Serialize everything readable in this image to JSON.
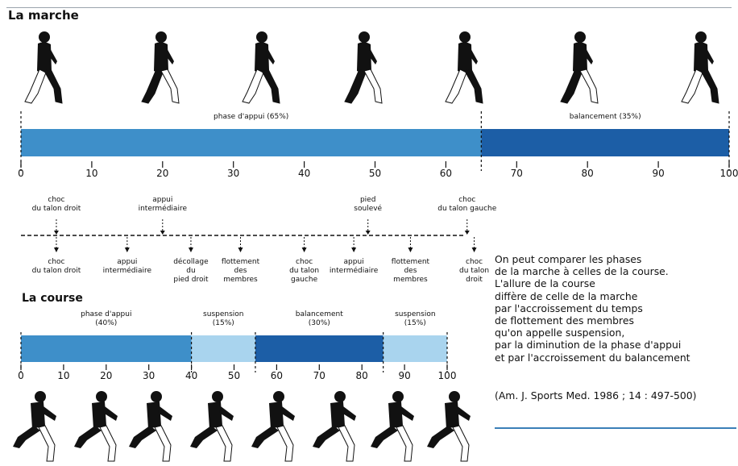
{
  "marche": {
    "title": "La marche",
    "phases": [
      {
        "label": "phase d'appui (65%)",
        "start": 0,
        "end": 65,
        "color": "#3e8fc9"
      },
      {
        "label": "balancement (35%)",
        "start": 65,
        "end": 100,
        "color": "#1c5ea6"
      }
    ],
    "ticks": [
      "0",
      "10",
      "20",
      "30",
      "40",
      "50",
      "60",
      "70",
      "80",
      "90",
      "100"
    ],
    "events_above": [
      {
        "label": "choc\ndu talon droit",
        "at": 5
      },
      {
        "label": "appui\nintermédiaire",
        "at": 20
      },
      {
        "label": "pied\nsoulevé",
        "at": 49
      },
      {
        "label": "choc\ndu talon gauche",
        "at": 63
      }
    ],
    "events_below": [
      {
        "label": "choc\ndu talon droit",
        "at": 5
      },
      {
        "label": "appui\nintermédiaire",
        "at": 15
      },
      {
        "label": "décollage\ndu\npied droit",
        "at": 24
      },
      {
        "label": "flottement\ndes\nmembres",
        "at": 31
      },
      {
        "label": "choc\ndu talon\ngauche",
        "at": 40
      },
      {
        "label": "appui\nintermédiaire",
        "at": 47
      },
      {
        "label": "flottement\ndes\nmembres",
        "at": 55
      },
      {
        "label": "choc\ndu talon\ndroit",
        "at": 64
      }
    ],
    "figure_icon": "walking-figure-icon"
  },
  "course": {
    "title": "La course",
    "phases": [
      {
        "label": "phase d'appui\n(40%)",
        "start": 0,
        "end": 40,
        "color": "#3e8fc9"
      },
      {
        "label": "suspension\n(15%)",
        "start": 40,
        "end": 55,
        "color": "#a9d4ee"
      },
      {
        "label": "balancement\n(30%)",
        "start": 55,
        "end": 85,
        "color": "#1c5ea6"
      },
      {
        "label": "suspension\n(15%)",
        "start": 85,
        "end": 100,
        "color": "#a9d4ee"
      }
    ],
    "ticks": [
      "0",
      "10",
      "20",
      "30",
      "40",
      "50",
      "60",
      "70",
      "80",
      "90",
      "100"
    ],
    "figure_icon": "running-figure-icon"
  },
  "note": {
    "text": "On peut comparer les phases\nde la marche à celles de la course.\nL'allure de la course\ndiffère de celle de la marche\npar l'accroissement du temps\nde flottement des membres\nqu'on appelle suspension,\npar la diminution de la phase d'appui\net par l'accroissement du balancement",
    "source": "(Am. J. Sports Med. 1986 ; 14 : 497-500)"
  }
}
